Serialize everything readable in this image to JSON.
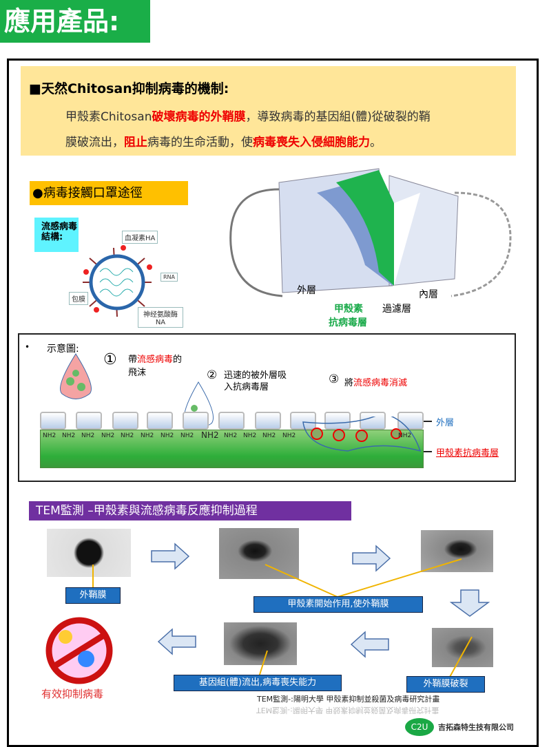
{
  "header": {
    "title": "應用產品:"
  },
  "mechanism": {
    "title": "■天然Chitosan抑制病毒的機制:",
    "line1": [
      {
        "t": "甲殼素Chitosan"
      },
      {
        "t": "破壞病毒的外鞘膜",
        "red": true
      },
      {
        "t": "，導致病毒的基因組(體)從破裂的鞘"
      }
    ],
    "line2": [
      {
        "t": "膜破流出，"
      },
      {
        "t": "阻止",
        "red": true
      },
      {
        "t": "病毒的生命活動，使"
      },
      {
        "t": "病毒喪失入侵細胞能力",
        "red": true
      },
      {
        "t": "。"
      }
    ]
  },
  "route": {
    "title": "●病毒接觸口罩途徑"
  },
  "virus": {
    "title": "流感病毒結構:",
    "ha": "血凝素HA",
    "rna": "RNA",
    "envelope": "包膜",
    "na1": "神经氨酸酶",
    "na2": "NA"
  },
  "mask": {
    "outer": "外層",
    "inner": "內層",
    "chitosan1": "甲殼素",
    "chitosan2": "抗病毒層",
    "filter": "過濾層"
  },
  "schematic": {
    "bullet": "•",
    "title": "示意圖:",
    "step1_num": "①",
    "step1_a": "帶",
    "step1_red": "流感病毒",
    "step1_b": "的",
    "step1_c": "飛沫",
    "step2_num": "②",
    "step2_a": "迅速的被外層吸",
    "step2_b": "入抗病毒層",
    "step3_num": "③",
    "step3_a": "將",
    "step3_red": "流感病毒消滅",
    "nh2": "NH2",
    "outer_label": "外層",
    "layer_label": "甲殼素抗病毒層"
  },
  "tem": {
    "title": "TEM監測 –甲殼素與流感病毒反應抑制過程",
    "envelope": "外鞘膜",
    "start": "甲殼素開始作用,使外鞘膜",
    "rupture": "外鞘膜破裂",
    "genome": "基因組(體)流出,病毒喪失能力",
    "effective": "有效抑制病毒",
    "source": "TEM監測-:陽明大學 甲殼素抑制並殺菌及病毒研究計畫",
    "logo": "C2U",
    "company": "吉拓森特生技有限公司"
  }
}
